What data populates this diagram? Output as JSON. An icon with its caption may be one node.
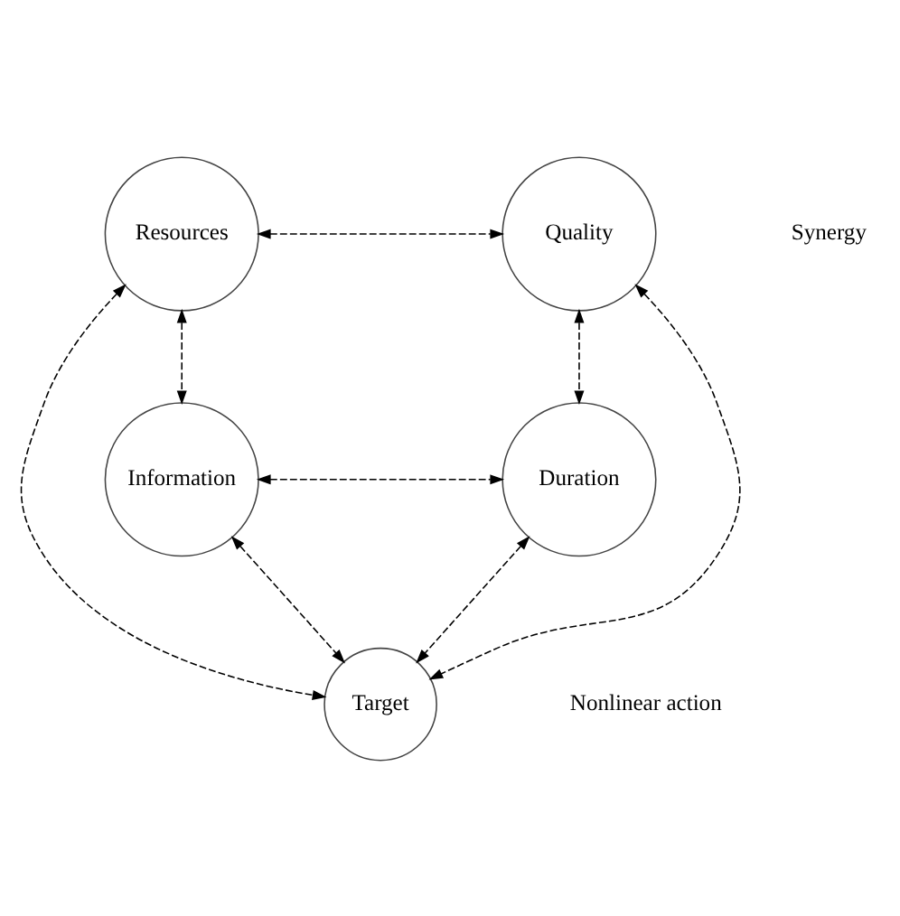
{
  "diagram": {
    "nodes": [
      {
        "text": [
          "Resources"
        ]
      },
      {
        "text": [
          "Quality"
        ]
      },
      {
        "text": [
          "Target"
        ]
      },
      {
        "text": [
          "Information"
        ]
      },
      {
        "text": [
          "Duration"
        ]
      }
    ],
    "edges": [
      {
        "from": 0,
        "to": 1,
        "arrow": "both",
        "style": "dashed"
      },
      {
        "from": 0,
        "to": 3,
        "arrow": "both",
        "style": "dashed"
      },
      {
        "from": 1,
        "to": 4,
        "arrow": "both",
        "style": "dashed"
      },
      {
        "from": 0,
        "to": 2,
        "arrow": "both",
        "style": "dashed"
      },
      {
        "from": 1,
        "to": 2,
        "arrow": "both",
        "style": "dashed"
      },
      {
        "from": 3,
        "to": 2,
        "arrow": "both",
        "style": "dashed"
      },
      {
        "from": 4,
        "to": 2,
        "arrow": "both",
        "style": "dashed"
      },
      {
        "from": 3,
        "to": 4,
        "arrow": "both",
        "style": "dashed"
      }
    ],
    "labels": [
      "Synergy",
      "Nonlinear action"
    ]
  }
}
